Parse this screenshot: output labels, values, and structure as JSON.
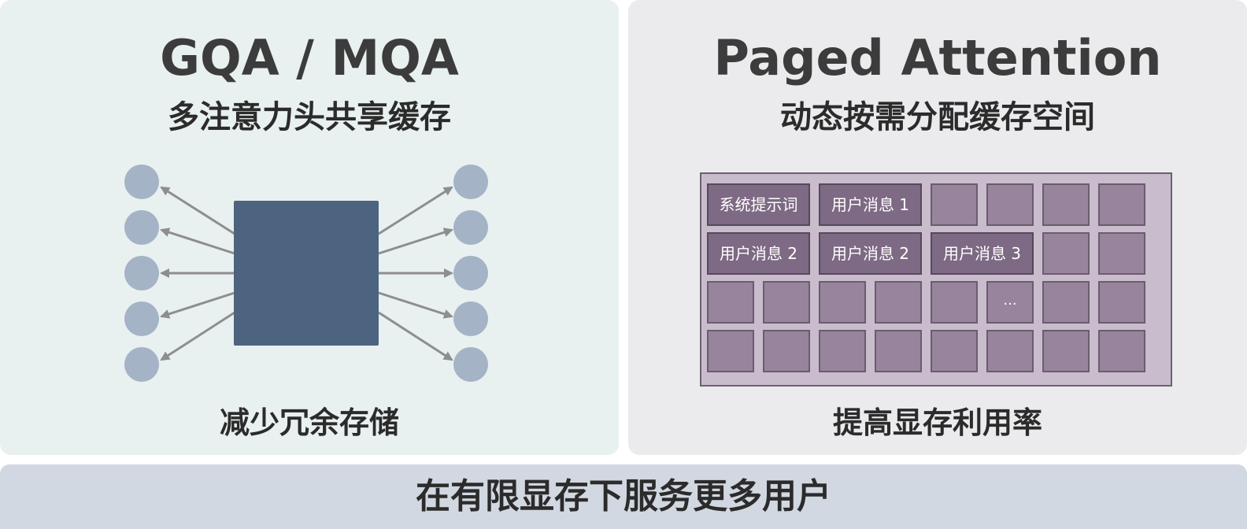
{
  "left_panel": {
    "title": "GQA / MQA",
    "subtitle": "多注意力头共享缓存",
    "caption": "减少冗余存储"
  },
  "right_panel": {
    "title": "Paged Attention",
    "subtitle": "动态按需分配缓存空间",
    "caption": "提高显存利用率",
    "blocks": {
      "system_prompt": "系统提示词",
      "user_msg_1": "用户消息 1",
      "user_msg_2a": "用户消息 2",
      "user_msg_2b": "用户消息 2",
      "user_msg_3": "用户消息 3",
      "ellipsis": "..."
    }
  },
  "footer": {
    "text": "在有限显存下服务更多用户"
  },
  "colors": {
    "left_bg": "#e9f0f0",
    "right_bg": "#ebebee",
    "shared_block": "#4d6480",
    "head_node": "#a4b3c6",
    "arrow": "#8e8e8e",
    "memory_bg": "#c9bccd",
    "cell": "#98849d",
    "used_cell": "#7e6a84",
    "footer_bg": "#d2d8e1"
  }
}
